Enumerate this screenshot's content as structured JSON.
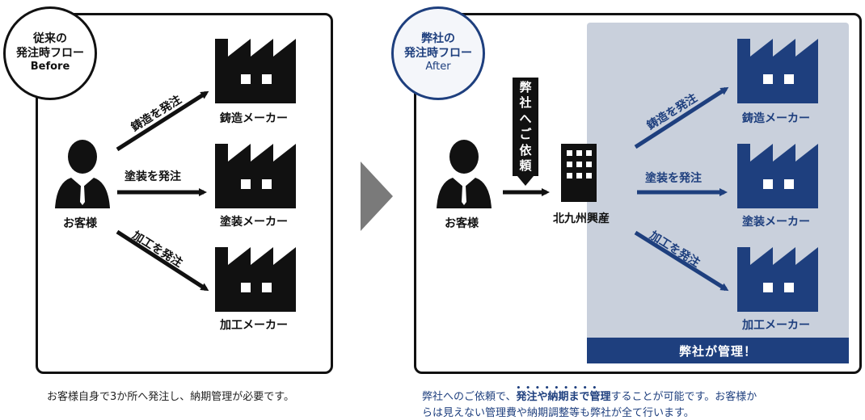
{
  "before": {
    "badge": [
      "従来の",
      "発注時フロー",
      "Before"
    ],
    "customer": "お客様",
    "arrows": [
      "鋳造を発注",
      "塗装を発注",
      "加工を発注"
    ],
    "makers": [
      "鋳造メーカー",
      "塗装メーカー",
      "加工メーカー"
    ],
    "caption": "お客様自身で3か所へ発注し、納期管理が必要です。"
  },
  "after": {
    "badge": [
      "弊社の",
      "発注時フロー",
      "After"
    ],
    "customer": "お客様",
    "request": [
      "弊",
      "社",
      "へ",
      "ご",
      "依",
      "頼"
    ],
    "company": "北九州興産",
    "arrows": [
      "鋳造を発注",
      "塗装を発注",
      "加工を発注"
    ],
    "makers": [
      "鋳造メーカー",
      "塗装メーカー",
      "加工メーカー"
    ],
    "banner": "弊社が管理！",
    "caption_pre": "弊社へのご依頼で、",
    "caption_em": "発注や納期まで管理",
    "caption_post": "することが可能です。お客様か",
    "caption_line2": "らは見えない管理費や納期調整等も弊社が全て行います。"
  },
  "colors": {
    "dark": "#111111",
    "brand_blue": "#1e3f7e",
    "panel_shade": "#c9d0dc",
    "chevron": "#7a7a7a"
  }
}
